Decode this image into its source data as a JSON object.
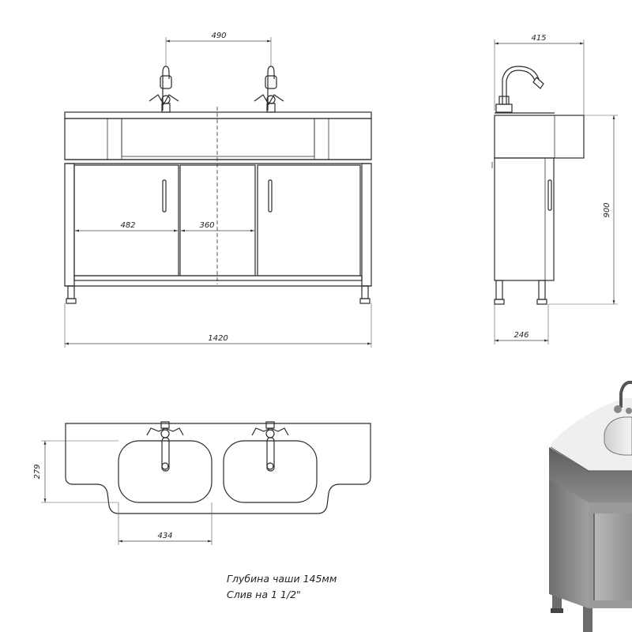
{
  "dimensions": {
    "faucet_spacing": "490",
    "cabinet_width": "1420",
    "door_width": "482",
    "middle_width": "360",
    "side_depth": "415",
    "side_height": "900",
    "side_base": "246",
    "bowl_height": "279",
    "bowl_width": "434"
  },
  "notes": {
    "bowl_depth": "Глубина чаши 145мм",
    "drain": "Слив на 1 1/2\""
  },
  "colors": {
    "line": "#2b2b2b",
    "render_body": "#8a8a8a",
    "render_top": "#e9e9e9"
  }
}
